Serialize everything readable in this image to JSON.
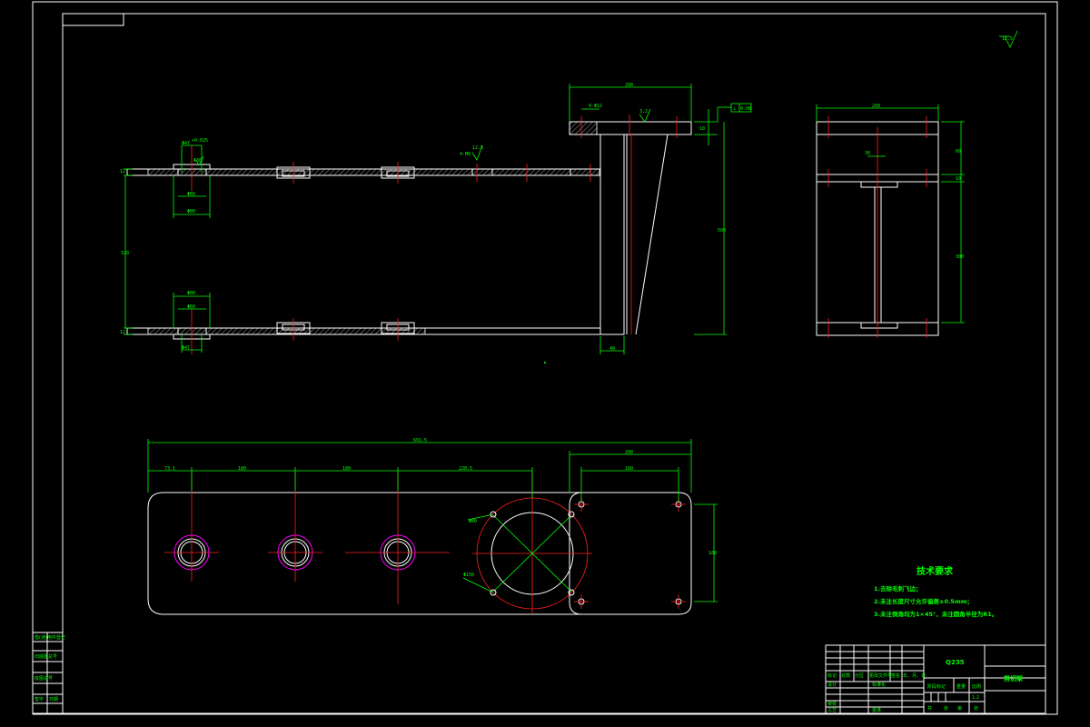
{
  "roughness": {
    "value": "12.5"
  },
  "views": {
    "front": {
      "dims": {
        "top_width": "200",
        "flatness_sym": "⊥",
        "flatness_val": "0.08",
        "plate_note": "4-Φ12",
        "plate_thk": "10",
        "overall_height": "500",
        "web_thk": "40",
        "inner_h": "320",
        "bore_top": "Φ47",
        "bore_top_tol": "+0.025",
        "bore_sub1": "Φ36",
        "bore_sub2": "Φ60",
        "bore_sub3": "Φ80",
        "bore_bot": "Φ47",
        "bore_bot2": "Φ60",
        "bore_bot3": "Φ80",
        "left_t1": "12",
        "left_t2": "12",
        "rough_mid": "12.5",
        "rough_mid2": "4-M8",
        "rough_top": "3.2"
      }
    },
    "side": {
      "dims": {
        "width": "200",
        "d1": "10",
        "d2": "60",
        "d3": "300",
        "d4": "30"
      }
    },
    "top": {
      "dims": {
        "overall": "691.5",
        "seg1": "73.1",
        "seg2": "180",
        "seg3": "180",
        "seg4": "228.5",
        "plate_w": "200",
        "plate_w2": "160",
        "plate_h": "160",
        "ring_d1": "Φ80",
        "ring_d2": "Φ150"
      }
    }
  },
  "tech_req": {
    "title": "技术要求",
    "items": [
      "1.去除毛刺飞边；",
      "2.未注长度尺寸允许偏差±0.5mm；",
      "3.未注倒角均为1×45°，未注圆角半径为R1。"
    ]
  },
  "title_block": {
    "material": "Q235",
    "drawing_name": "剪切架",
    "cells": [
      "标记",
      "处数",
      "分区",
      "更改文件号",
      "签名",
      "年、月、日",
      "设计",
      "标准化",
      "审核",
      "工艺",
      "批准",
      "阶段标记",
      "重量",
      "比例",
      "共",
      "张",
      "第",
      "张",
      "1:2"
    ]
  },
  "side_block": {
    "cells": [
      "借(通)用件登记",
      "旧底图总号",
      "底图总号",
      "签字",
      "日期"
    ]
  },
  "colors": {
    "line": "#ffffff",
    "dim": "#00ff00",
    "center": "#ff2020",
    "bore": "#ff00ff",
    "bg": "#000000"
  }
}
